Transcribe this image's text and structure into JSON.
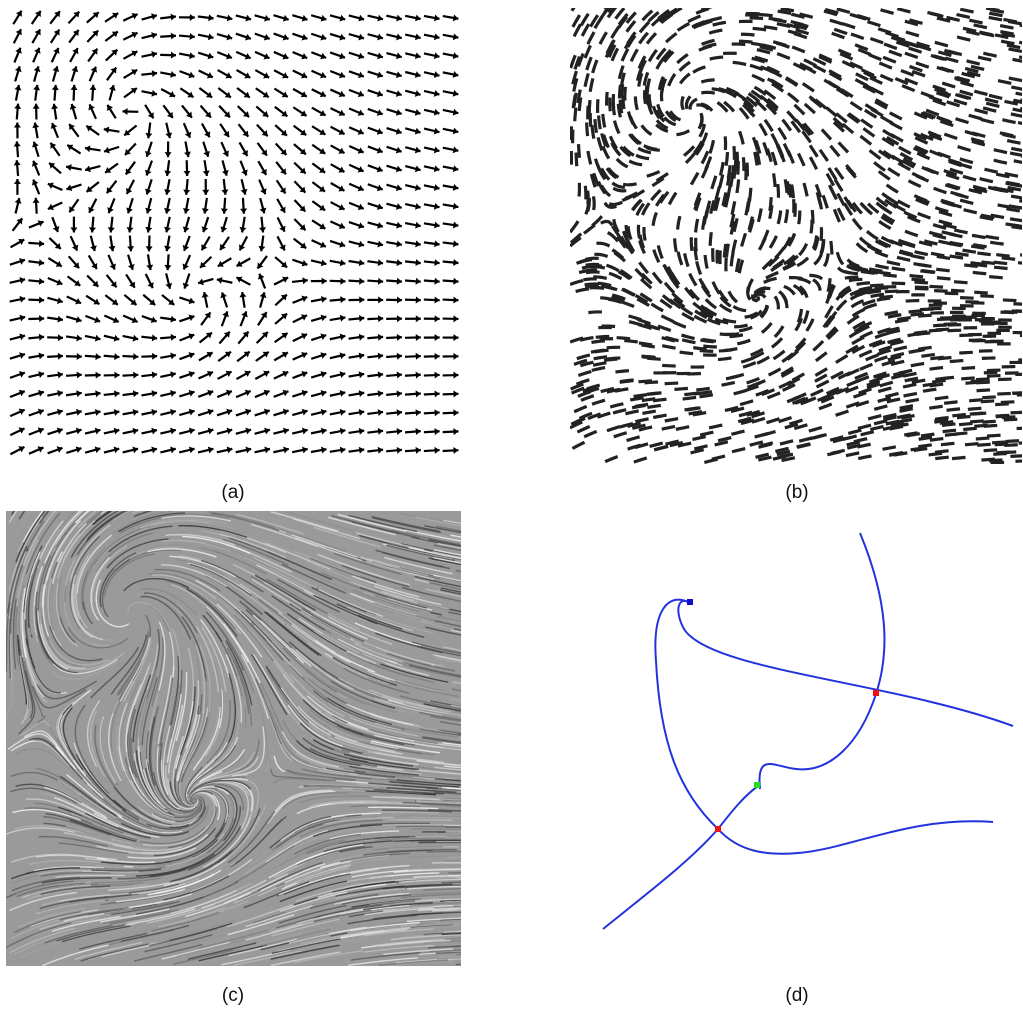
{
  "figure": {
    "panels": [
      {
        "id": "a",
        "caption": "(a)",
        "style": "arrow-glyphs",
        "color": "#000000"
      },
      {
        "id": "b",
        "caption": "(b)",
        "style": "streamline-dashes",
        "color": "#222222"
      },
      {
        "id": "c",
        "caption": "(c)",
        "style": "line-integral-convolution",
        "color": "#8a8a8a"
      },
      {
        "id": "d",
        "caption": "(d)",
        "style": "topological-skeleton",
        "color": "#2233dd"
      }
    ]
  },
  "topology": {
    "source_color": "#1010cc",
    "sink_color": "#22dd22",
    "saddle_color": "#ee1111",
    "line_color": "#2233dd"
  }
}
